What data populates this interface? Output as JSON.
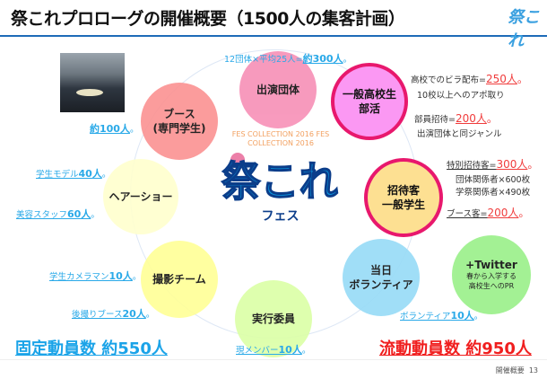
{
  "title": "祭これプロローグの開催概要（1500人の集客計画）",
  "logo_text": "祭これ",
  "logo_ring_text": "FES COLLECTION 2016 FES COLLECTION 2016",
  "logo_sub": "フェス",
  "circles": {
    "performers": "出演団体",
    "booth": [
      "ブース",
      "(専門学生)"
    ],
    "highschool": [
      "一般高校生",
      "部活"
    ],
    "guests": [
      "招待客",
      "一般学生"
    ],
    "hairshow": "ヘアーショー",
    "photo_team": "撮影チーム",
    "committee": "実行委員",
    "volunteers": [
      "当日",
      "ボランティア"
    ],
    "twitter": [
      "+Twitter",
      "春から入学する",
      "高校生へのPR"
    ]
  },
  "notes": {
    "performers_pre": "12団体×平均25人=",
    "performers_val": "約300人",
    "period": "。",
    "booth_val": "約100人",
    "model_label": "学生モデル",
    "model_val": "40人",
    "beauty_label": "美容スタッフ",
    "beauty_val": "60人",
    "camera_label": "学生カメラマン",
    "camera_val": "10人",
    "afterbooth_label": "後撮りブース",
    "afterbooth_val": "20人",
    "member_label": "現メンバー",
    "member_val": "10人",
    "volunteer_label": "ボランティア",
    "volunteer_val": "10人",
    "flyer_label": "高校でのビラ配布=",
    "flyer_val": "250人",
    "appt": "10校以上へのアポ取り",
    "club_label": "部員招待=",
    "club_val": "200人",
    "genre": "出演団体と同ジャンル",
    "special_label": "特別招待客=",
    "special_val": "300人",
    "org": "団体関係者×600枚",
    "fest": "学祭関係者×490枚",
    "boothguest_label": "ブース客=",
    "boothguest_val": "200人"
  },
  "totals": {
    "fixed": "固定動員数 約550人",
    "floating": "流動動員数 約950人"
  },
  "footer": {
    "section": "開催概要",
    "page": "13"
  }
}
